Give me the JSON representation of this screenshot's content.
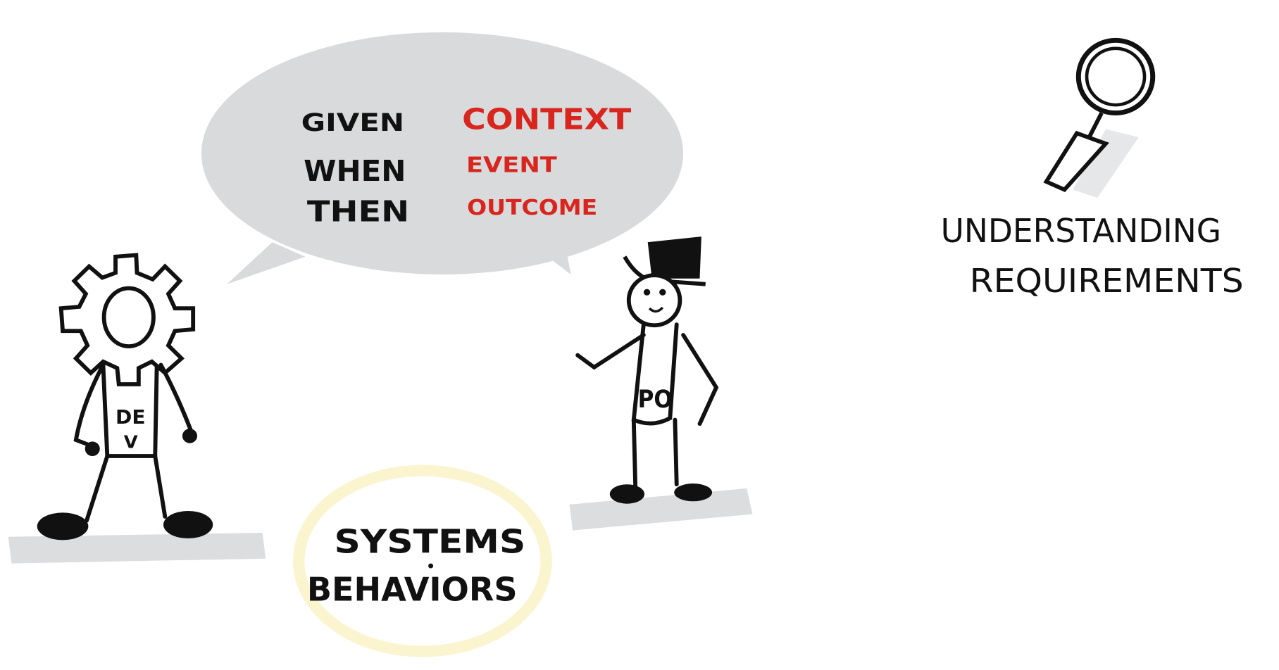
{
  "speech_bubble": {
    "lines": [
      {
        "keyword": "GIVEN",
        "value": "CONTEXT"
      },
      {
        "keyword": "WHEN",
        "value": "EVENT"
      },
      {
        "keyword": "THEN",
        "value": "OUTCOME"
      }
    ]
  },
  "dev_character": {
    "shirt_label_top": "DE",
    "shirt_label_bottom": "V",
    "head_icon": "gear-icon"
  },
  "po_character": {
    "shirt_label": "PO",
    "hat_icon": "top-hat-icon"
  },
  "systems_behaviors": {
    "line1": "SYSTEMS",
    "line2": "BEHAVIORS"
  },
  "understanding": {
    "icon": "magnifier-icon",
    "line1": "UNDERSTANDING",
    "line2": "REQUIREMENTS"
  },
  "colors": {
    "ink": "#111111",
    "accent_red": "#d8261f",
    "bubble_gray": "#d9dadb",
    "shadow_gray": "#dcdddf",
    "highlight_yellow": "#faf4cf"
  }
}
